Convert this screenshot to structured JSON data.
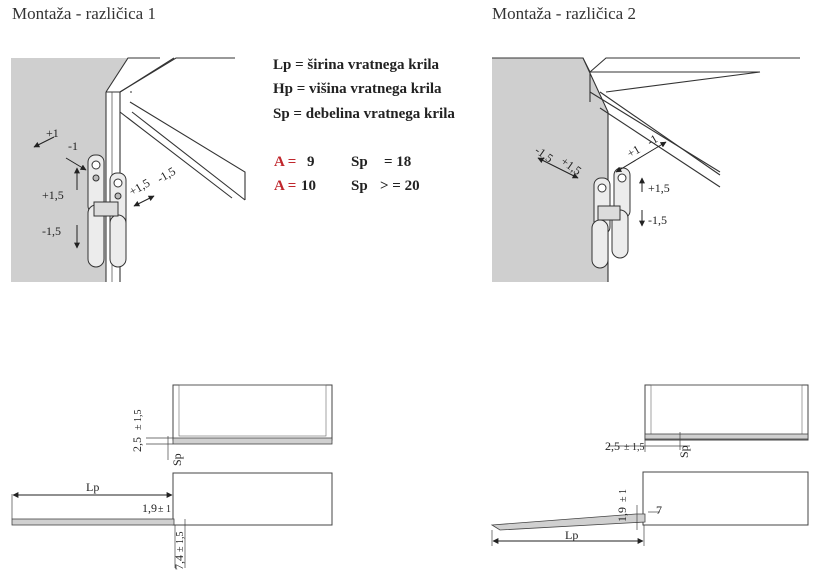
{
  "variant1": {
    "title": "Montaža - različica 1",
    "adj_h_plus": "+1",
    "adj_h_minus": "-1",
    "adj_v_plus": "+1,5",
    "adj_v_minus": "-1,5",
    "adj_d_plus": "+1,5",
    "adj_d_minus": "-1,5"
  },
  "variant2": {
    "title": "Montaža - različica 2",
    "adj_d_minus": "-1,5",
    "adj_d_plus": "+1,5",
    "adj_h_plus": "+1",
    "adj_h_minus": "-1",
    "adj_v_plus": "+1,5",
    "adj_v_minus": "-1,5"
  },
  "legend": {
    "lp": "Lp = širina vratnega krila",
    "hp": "Hp = višina vratnega krila",
    "sp": "Sp = debelina vratnega krila"
  },
  "table": {
    "row1_a": "A =",
    "row1_a_val": "9",
    "row1_sp": "Sp",
    "row1_sp_val": "= 18",
    "row2_a": "A =",
    "row2_a_val": "10",
    "row2_sp": "Sp",
    "row2_sp_val": "> = 20"
  },
  "dims": {
    "v1_top_dim": "2,5",
    "v1_top_tol": "± 1,5",
    "v1_sp": "Sp",
    "v1_lp": "Lp",
    "v1_gap": "1,9",
    "v1_gap_tol": "± 1",
    "v1_bottom_dim": "7,4",
    "v1_bottom_tol": "± 1,5",
    "v2_top_dim": "2,5",
    "v2_top_tol": "± 1,5",
    "v2_sp": "Sp",
    "v2_gap": "1,9",
    "v2_gap_tol": "± 1",
    "v2_seven": "7",
    "v2_lp": "Lp"
  }
}
